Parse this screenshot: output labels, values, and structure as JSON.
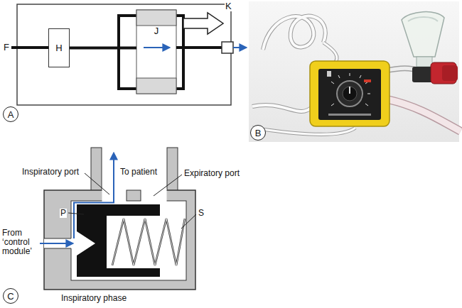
{
  "diagram": {
    "nodes": [
      {
        "text": [
          "H"
        ]
      },
      {
        "text": [
          "J"
        ]
      },
      {
        "text": [
          "A"
        ]
      },
      {
        "text": [
          "B"
        ]
      },
      {
        "text": [
          "C"
        ]
      }
    ],
    "edges": [
      {
        "from": 0,
        "to": 1,
        "arrow": "none"
      }
    ],
    "labels": [
      "F",
      "K",
      "Inspiratory port",
      "To patient",
      "Expiratory port",
      "P",
      "S",
      "From ‘control module’",
      "Inspiratory phase"
    ]
  }
}
